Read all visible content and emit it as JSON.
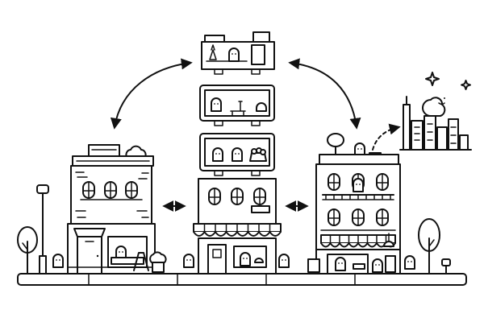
{
  "scene": {
    "subject": "",
    "buildings": [
      "brick-shop",
      "stacked-modular-tower",
      "cafe-building"
    ],
    "colors": {
      "line": "#111111",
      "background": "#ffffff"
    }
  }
}
